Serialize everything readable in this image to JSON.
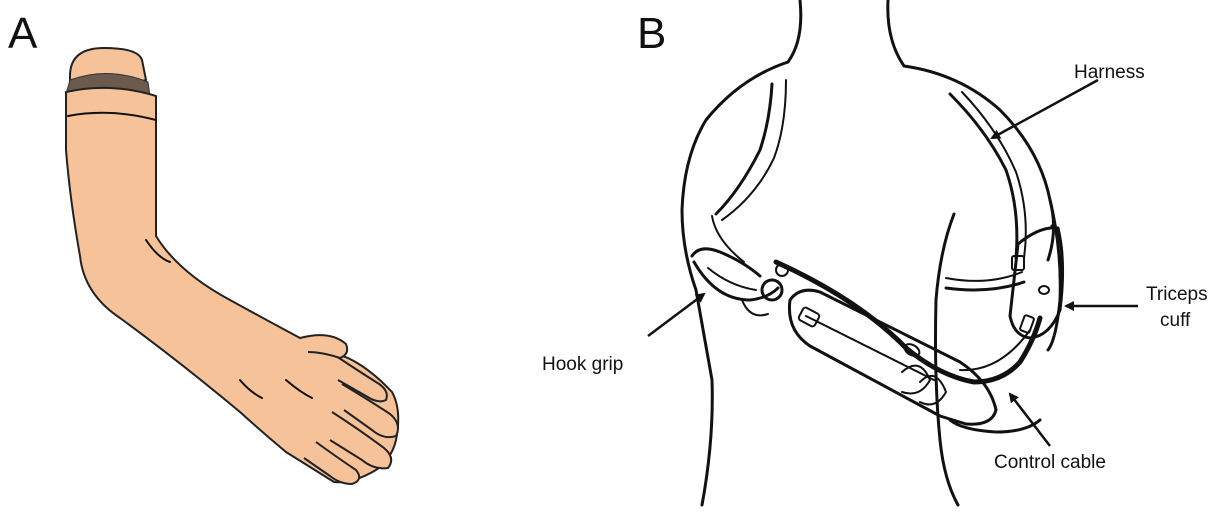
{
  "panels": {
    "a": {
      "letter": "A"
    },
    "b": {
      "letter": "B"
    }
  },
  "labels": {
    "harness": "Harness",
    "triceps_line1": "Triceps",
    "triceps_line2": "cuff",
    "hook_grip": "Hook grip",
    "control_cable": "Control cable"
  },
  "colors": {
    "skin": "#f6c299",
    "skin_shadow": "#e9ad80",
    "line": "#111111"
  }
}
